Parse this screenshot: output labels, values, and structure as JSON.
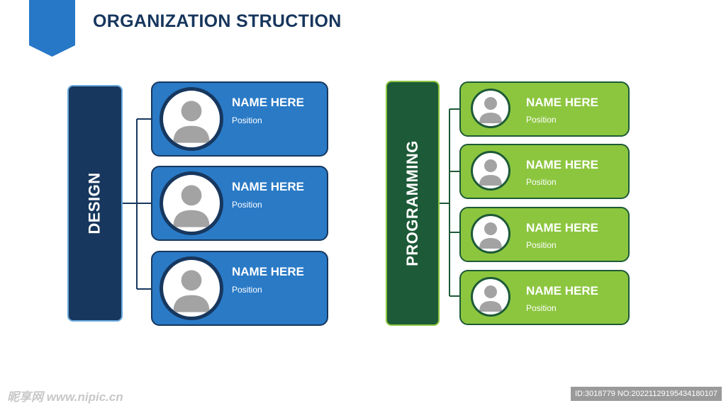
{
  "page": {
    "title": "ORGANIZATION STRUCTION"
  },
  "departments": [
    {
      "label": "DESIGN",
      "color": "#17375e",
      "accent": "#2a7ac6",
      "members": [
        {
          "name": "NAME HERE",
          "position": "Position"
        },
        {
          "name": "NAME HERE",
          "position": "Position"
        },
        {
          "name": "NAME HERE",
          "position": "Position"
        }
      ]
    },
    {
      "label": "PROGRAMMING",
      "color": "#1d5a37",
      "accent": "#8cc63f",
      "members": [
        {
          "name": "NAME HERE",
          "position": "Position"
        },
        {
          "name": "NAME HERE",
          "position": "Position"
        },
        {
          "name": "NAME HERE",
          "position": "Position"
        },
        {
          "name": "NAME HERE",
          "position": "Position"
        }
      ]
    }
  ],
  "watermark": {
    "site": "昵享网 www.nipic.cn",
    "id_text": "ID:3018779 NO:20221129195434180107"
  }
}
